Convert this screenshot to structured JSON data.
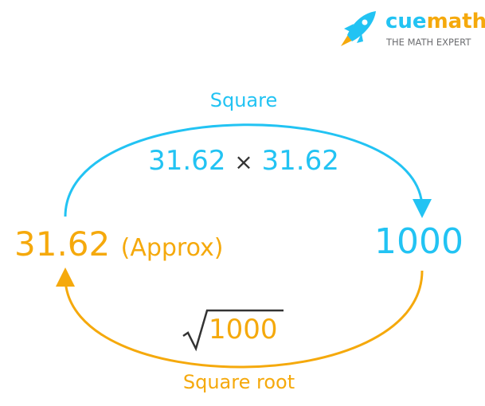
{
  "logo": {
    "brand_cue": "cue",
    "brand_math": "math",
    "tagline": "THE MATH EXPERT"
  },
  "diagram": {
    "top_label": "Square",
    "top_expression_left": "31.62",
    "top_expression_operator": "×",
    "top_expression_right": "31.62",
    "left_value": "31.62",
    "left_note": "(Approx)",
    "right_value": "1000",
    "radicand": "1000",
    "bottom_label": "Square root"
  },
  "colors": {
    "blue": "#22c3f3",
    "orange": "#f5a90c",
    "dark": "#333333",
    "gray": "#6d6e71"
  }
}
